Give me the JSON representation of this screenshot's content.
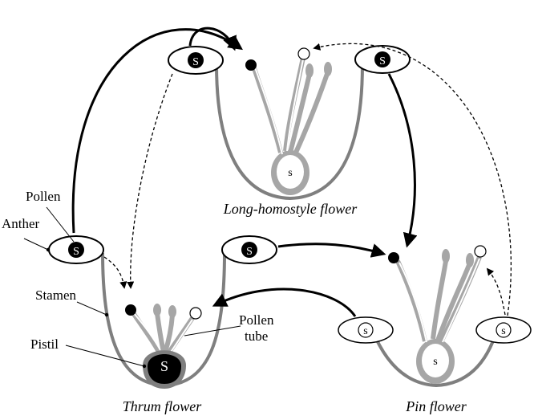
{
  "labels": {
    "pollen": "Pollen",
    "anther": "Anther",
    "stamen": "Stamen",
    "pistil": "Pistil",
    "pollen_tube_1": "Pollen",
    "pollen_tube_2": "tube"
  },
  "flowers": {
    "long_homostyle": "Long-homostyle flower",
    "thrum": "Thrum flower",
    "pin": "Pin flower"
  },
  "alleles": {
    "dominant": "S",
    "recessive": "s"
  },
  "colors": {
    "stroke": "#000000",
    "flower_gray": "#7f7f7f",
    "organ_gray": "#a6a6a6"
  }
}
